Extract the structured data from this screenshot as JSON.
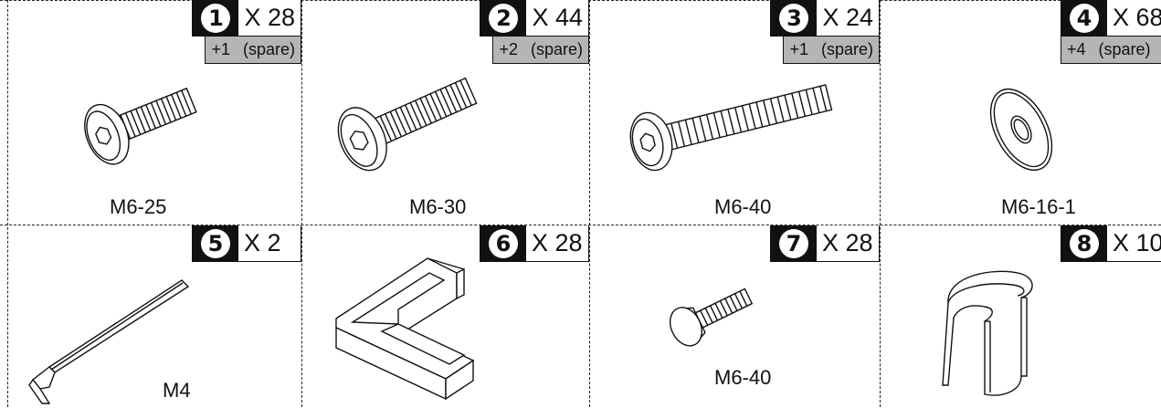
{
  "parts": [
    {
      "number": "1",
      "quantity": "X 28",
      "spare_count": "+1",
      "spare_word": "(spare)",
      "size": "M6-25",
      "icon": "flat-head-hex-bolt-icon"
    },
    {
      "number": "2",
      "quantity": "X 44",
      "spare_count": "+2",
      "spare_word": "(spare)",
      "size": "M6-30",
      "icon": "flat-head-hex-bolt-icon"
    },
    {
      "number": "3",
      "quantity": "X 24",
      "spare_count": "+1",
      "spare_word": "(spare)",
      "size": "M6-40",
      "icon": "flat-head-hex-bolt-icon"
    },
    {
      "number": "4",
      "quantity": "X 68",
      "spare_count": "+4",
      "spare_word": "(spare)",
      "size": "M6-16-1",
      "icon": "washer-icon"
    },
    {
      "number": "5",
      "quantity": "X 2",
      "size": "M4",
      "icon": "hex-key-icon"
    },
    {
      "number": "6",
      "quantity": "X 28",
      "icon": "corner-bracket-icon"
    },
    {
      "number": "7",
      "quantity": "X 28",
      "size": "M6-40",
      "icon": "cap-bolt-icon"
    },
    {
      "number": "8",
      "quantity": "X 10",
      "icon": "clip-icon"
    }
  ]
}
